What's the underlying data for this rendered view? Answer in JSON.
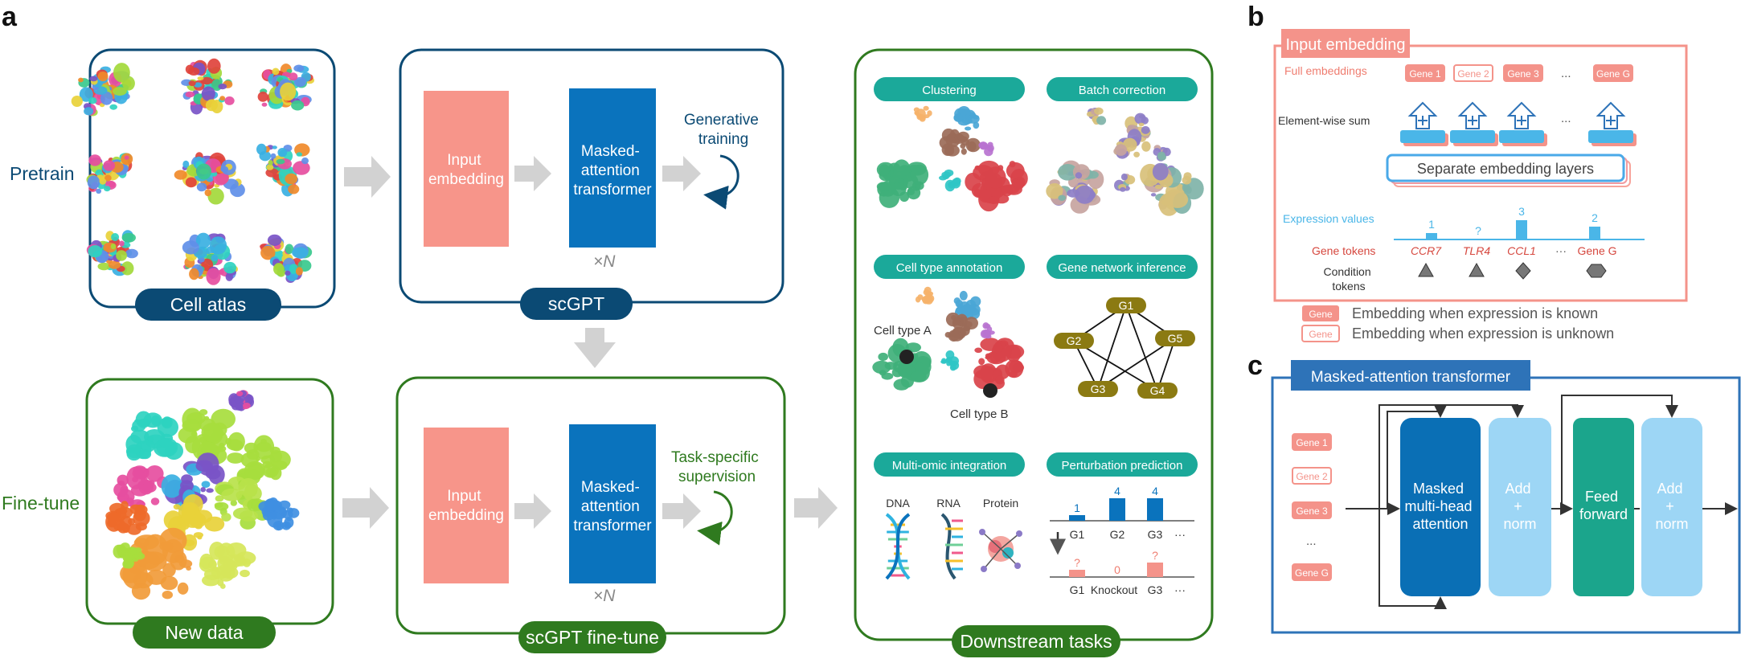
{
  "panel_labels": {
    "a": "a",
    "b": "b",
    "c": "c"
  },
  "row_labels": {
    "pretrain": "Pretrain",
    "finetune": "Fine-tune"
  },
  "colors": {
    "navy": "#0b4a74",
    "green": "#2f7a1f",
    "pink": "#f7958a",
    "blue": "#0a73bd",
    "teal": "#1ba99a",
    "light_blue": "#8fd3f4",
    "gold": "#8b7a12",
    "gray_arrow": "#d2d2d2"
  },
  "pretrain": {
    "atlas_pill": "Cell atlas",
    "model_pill": "scGPT",
    "input_box": [
      "Input",
      "embedding"
    ],
    "transformer_box": [
      "Masked-",
      "attention",
      "transformer"
    ],
    "repeat": "×N",
    "training": [
      "Generative",
      "training"
    ]
  },
  "finetune": {
    "data_pill": "New data",
    "model_pill": "scGPT fine-tune",
    "input_box": [
      "Input",
      "embedding"
    ],
    "transformer_box": [
      "Masked-",
      "attention",
      "transformer"
    ],
    "repeat": "×N",
    "training": [
      "Task-specific",
      "supervision"
    ]
  },
  "downstream": {
    "pill": "Downstream tasks",
    "tasks": [
      "Clustering",
      "Batch correction",
      "Cell type annotation",
      "Gene network inference",
      "Multi-omic integration",
      "Perturbation prediction"
    ],
    "cell_type_a": "Cell type A",
    "cell_type_b": "Cell type B",
    "gene_nodes": [
      "G1",
      "G2",
      "G3",
      "G4",
      "G5"
    ],
    "omics": [
      "DNA",
      "RNA",
      "Protein"
    ],
    "perturb_top_values": [
      "1",
      "4",
      "4"
    ],
    "perturb_top_labels": [
      "G1",
      "G2",
      "G3",
      "···"
    ],
    "perturb_bottom_values": [
      "?",
      "0",
      "?"
    ],
    "perturb_bottom_labels": [
      "G1",
      "Knockout",
      "G3",
      "···"
    ]
  },
  "panel_b": {
    "title": "Input embedding",
    "full_embeddings": "Full embeddings",
    "gene_chips": [
      "Gene 1",
      "Gene 2",
      "Gene 3",
      "Gene G"
    ],
    "ellipsis": "...",
    "elementwise": "Element-wise sum",
    "separate": "Separate embedding layers",
    "expression_values_label": "Expression values",
    "expression_values": [
      "1",
      "?",
      "3",
      "2"
    ],
    "gene_tokens_label": "Gene tokens",
    "gene_tokens": [
      "CCR7",
      "TLR4",
      "CCL1",
      "Gene G"
    ],
    "condition_label": [
      "Condition",
      "tokens"
    ],
    "legend_chip": "Gene",
    "legend_known": "Embedding when expression is known",
    "legend_unknown": "Embedding when expression is unknown"
  },
  "panel_c": {
    "title": "Masked-attention transformer",
    "gene_chips": [
      "Gene 1",
      "Gene 2",
      "Gene 3",
      "Gene G"
    ],
    "ellipsis": "...",
    "attention": [
      "Masked",
      "multi-head",
      "attention"
    ],
    "add_norm": [
      "Add",
      "+",
      "norm"
    ],
    "feed_forward": [
      "Feed",
      "forward"
    ]
  }
}
